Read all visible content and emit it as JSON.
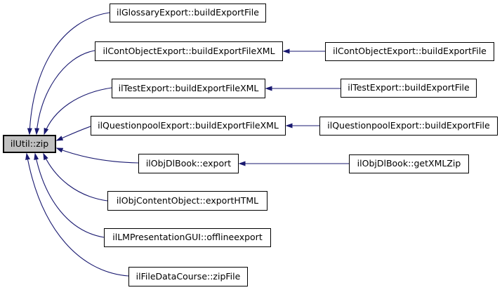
{
  "colors": {
    "background": "#ffffff",
    "edge": "#191970",
    "node_fill": "#ffffff",
    "node_border": "#000000",
    "root_fill": "#c0c0c0",
    "text": "#000000"
  },
  "graph": {
    "type": "caller-graph",
    "root": {
      "label": "ilUtil::zip"
    },
    "nodes": [
      {
        "label": "ilGlossaryExport::buildExportFile"
      },
      {
        "label": "ilContObjectExport::buildExportFileXML"
      },
      {
        "label": "ilContObjectExport::buildExportFile"
      },
      {
        "label": "ilTestExport::buildExportFileXML"
      },
      {
        "label": "ilTestExport::buildExportFile"
      },
      {
        "label": "ilQuestionpoolExport::buildExportFileXML"
      },
      {
        "label": "ilQuestionpoolExport::buildExportFile"
      },
      {
        "label": "ilObjDlBook::export"
      },
      {
        "label": "ilObjDlBook::getXMLZip"
      },
      {
        "label": "ilObjContentObject::exportHTML"
      },
      {
        "label": "ilLMPresentationGUI::offlineexport"
      },
      {
        "label": "ilFileDataCourse::zipFile"
      }
    ],
    "edges": [
      {
        "from": "ilGlossaryExport::buildExportFile",
        "to": "ilUtil::zip"
      },
      {
        "from": "ilContObjectExport::buildExportFileXML",
        "to": "ilUtil::zip"
      },
      {
        "from": "ilTestExport::buildExportFileXML",
        "to": "ilUtil::zip"
      },
      {
        "from": "ilQuestionpoolExport::buildExportFileXML",
        "to": "ilUtil::zip"
      },
      {
        "from": "ilObjDlBook::export",
        "to": "ilUtil::zip"
      },
      {
        "from": "ilObjContentObject::exportHTML",
        "to": "ilUtil::zip"
      },
      {
        "from": "ilLMPresentationGUI::offlineexport",
        "to": "ilUtil::zip"
      },
      {
        "from": "ilFileDataCourse::zipFile",
        "to": "ilUtil::zip"
      },
      {
        "from": "ilContObjectExport::buildExportFile",
        "to": "ilContObjectExport::buildExportFileXML"
      },
      {
        "from": "ilTestExport::buildExportFile",
        "to": "ilTestExport::buildExportFileXML"
      },
      {
        "from": "ilQuestionpoolExport::buildExportFile",
        "to": "ilQuestionpoolExport::buildExportFileXML"
      },
      {
        "from": "ilObjDlBook::getXMLZip",
        "to": "ilObjDlBook::export"
      }
    ]
  }
}
